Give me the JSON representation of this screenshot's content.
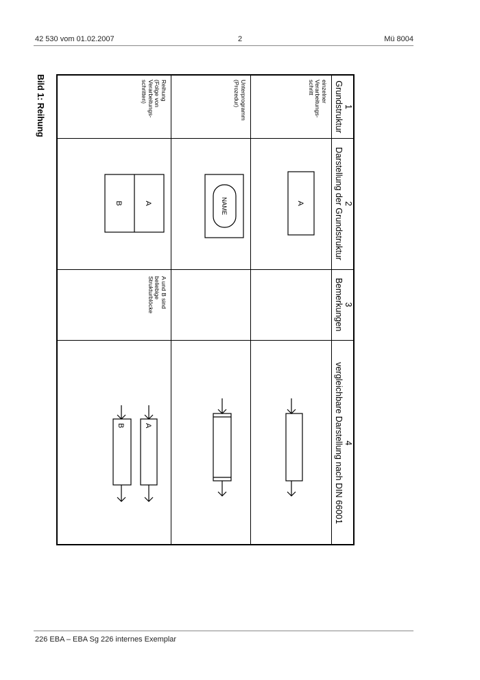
{
  "header": {
    "left": "42 530 vom 01.02.2007",
    "center": "2",
    "right": "Mü 8004"
  },
  "footer": {
    "text": "226 EBA – EBA Sg 226 internes Exemplar"
  },
  "figure": {
    "caption": "Bild 1: Reihung",
    "columns": [
      {
        "number": "1",
        "title": "Grundstruktur"
      },
      {
        "number": "2",
        "title": "Darstellung der Grundstruktur"
      },
      {
        "number": "3",
        "title": "Bemerkungen"
      },
      {
        "number": "4",
        "title": "vergleichbare Darstellung nach DIN 66001"
      }
    ],
    "rows": [
      {
        "structure_lines": [
          "einzelner",
          "Verarbeitungs-",
          "schritt"
        ],
        "block_label": "A",
        "remark_lines": []
      },
      {
        "structure_lines": [
          "Unterprogramm",
          "(Prozedur)"
        ],
        "block_label": "NAME",
        "remark_lines": []
      },
      {
        "structure_lines": [
          "Reihung",
          "(Folge von",
          "Verarbeitungs-",
          "schritten)"
        ],
        "block_labels": [
          "A",
          "B"
        ],
        "remark_lines": [
          "A und B sind",
          "beliebige",
          "Strukturblöcke"
        ]
      }
    ]
  }
}
